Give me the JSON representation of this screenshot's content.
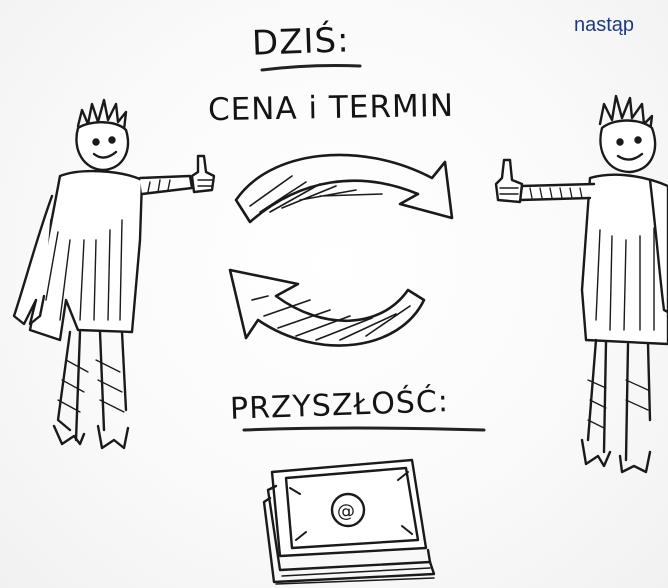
{
  "top_text": "nastąp",
  "labels": {
    "today": "DZIŚ:",
    "price_term": "CENA i TERMIN",
    "future": "PRZYSZŁOŚĆ:"
  }
}
